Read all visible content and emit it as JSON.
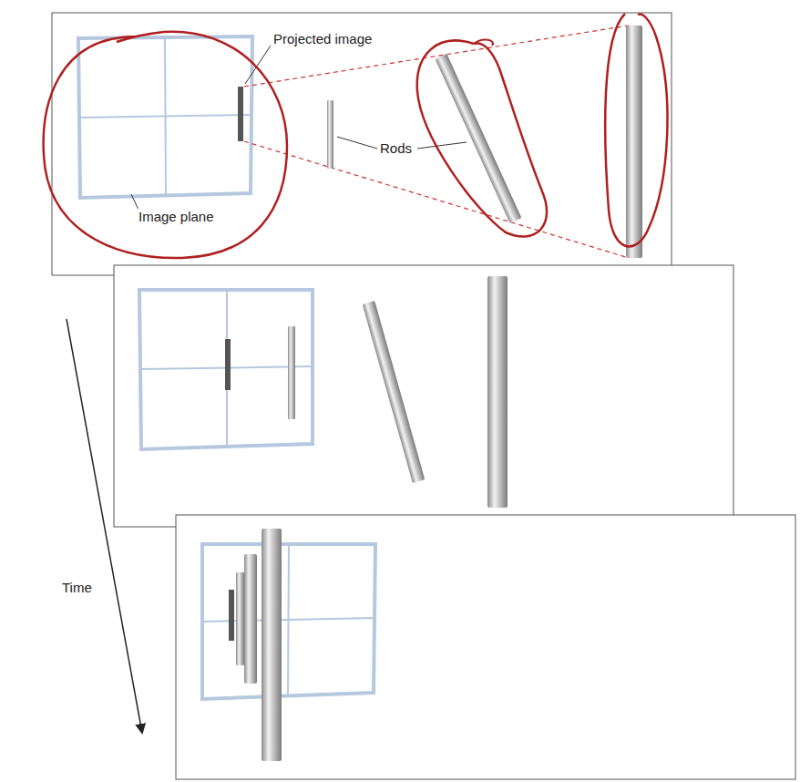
{
  "diagram": {
    "labels": [
      "Projected image",
      "Rods",
      "Image plane",
      "Time"
    ]
  }
}
